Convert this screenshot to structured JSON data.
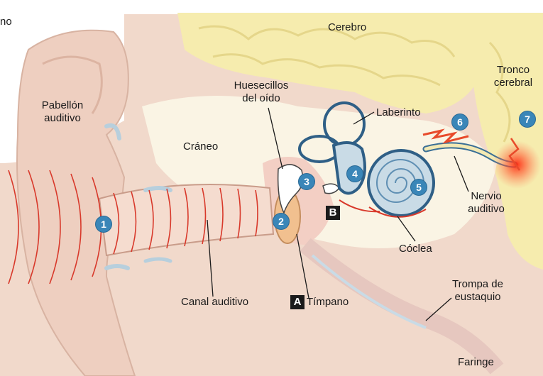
{
  "labels": {
    "partial_word": "no",
    "cerebro": "Cerebro",
    "tronco_1": "Tronco",
    "tronco_2": "cerebral",
    "pabellon_1": "Pabellón",
    "pabellon_2": "auditivo",
    "huesecillos_1": "Huesecillos",
    "huesecillos_2": "del oído",
    "laberinto": "Laberinto",
    "craneo": "Cráneo",
    "nervio_1": "Nervio",
    "nervio_2": "auditivo",
    "coclea": "Cóclea",
    "canal": "Canal auditivo",
    "timpano": "Tímpano",
    "trompa_1": "Trompa de",
    "trompa_2": "eustaquio",
    "faringe": "Faringe"
  },
  "markers": {
    "m1": "1",
    "m2": "2",
    "m3": "3",
    "m4": "4",
    "m5": "5",
    "m6": "6",
    "m7": "7",
    "a": "A",
    "b": "B"
  },
  "colors": {
    "skin": "#f2ddd0",
    "brain": "#f7eeb2",
    "bone": "#fbf6ea",
    "marker_blue": "#3a86b8",
    "sound_wave_red": "#d8392b",
    "inner_ear_blue": "#c9dbe6"
  }
}
